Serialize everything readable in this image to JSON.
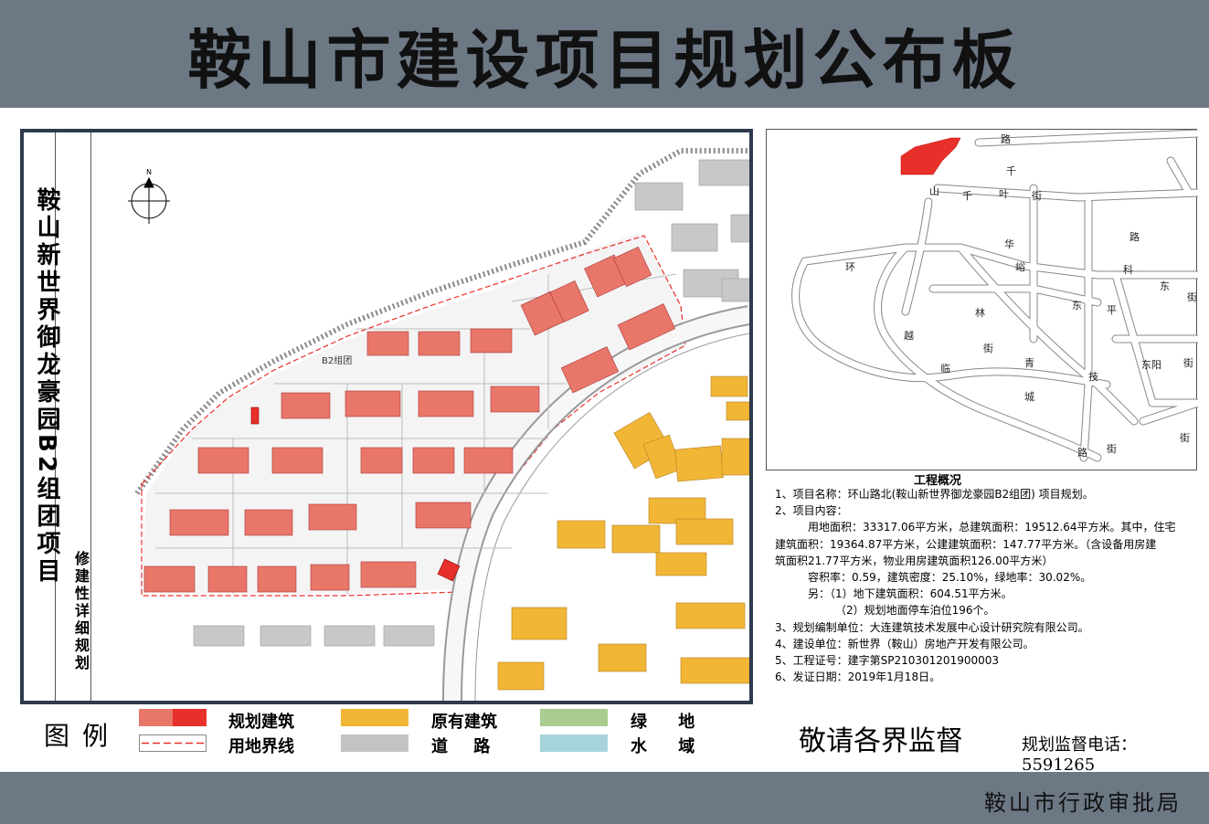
{
  "board": {
    "title": "鞍山市建设项目规划公布板",
    "project_name": "鞍山新世界御龙豪园B2组团项目",
    "plan_type": "修建性详细规划",
    "issuer": "鞍山市行政审批局"
  },
  "site_plan": {
    "group_label": "B2组团",
    "north_label": "N"
  },
  "location_map": {
    "road_labels": [
      {
        "text": "路"
      },
      {
        "text": "千"
      },
      {
        "text": "山"
      },
      {
        "text": "千"
      },
      {
        "text": "叶"
      },
      {
        "text": "街"
      },
      {
        "text": "华"
      },
      {
        "text": "路"
      },
      {
        "text": "科"
      },
      {
        "text": "东"
      },
      {
        "text": "环"
      },
      {
        "text": "峪"
      },
      {
        "text": "东"
      },
      {
        "text": "平"
      },
      {
        "text": "街"
      },
      {
        "text": "林"
      },
      {
        "text": "越"
      },
      {
        "text": "街"
      },
      {
        "text": "青"
      },
      {
        "text": "临"
      },
      {
        "text": "技"
      },
      {
        "text": "东阳"
      },
      {
        "text": "街"
      },
      {
        "text": "城"
      },
      {
        "text": "路"
      },
      {
        "text": "街"
      },
      {
        "text": "街"
      }
    ]
  },
  "overview": {
    "title": "工程概况",
    "lines": [
      "1、项目名称：环山路北(鞍山新世界御龙豪园B2组团) 项目规划。",
      "2、项目内容：",
      "用地面积：33317.06平方米，总建筑面积：19512.64平方米。其中，住宅",
      "建筑面积：19364.87平方米，公建建筑面积：147.77平方米。（含设备用房建",
      "筑面积21.77平方米，物业用房建筑面积126.00平方米）",
      "容积率：0.59，建筑密度：25.10%，绿地率：30.02%。",
      "另：（1）地下建筑面积：604.51平方米。",
      "（2）规划地面停车泊位196个。",
      "3、规划编制单位：大连建筑技术发展中心设计研究院有限公司。",
      "4、建设单位：新世界（鞍山）房地产开发有限公司。",
      "5、工程证号：建字第SP210301201900003",
      "6、发证日期：2019年1月18日。"
    ]
  },
  "legend": {
    "title": "图例",
    "items": [
      {
        "label": "规划建筑",
        "color": "#e8776a",
        "color2": "#e8302a"
      },
      {
        "label": "用地界线",
        "color": "#e8302a"
      },
      {
        "label": "原有建筑",
        "color": "#f2b636"
      },
      {
        "label": "道 路",
        "color": "#c3c3c3"
      },
      {
        "label": "绿 地",
        "color": "#a9cc90"
      },
      {
        "label": "水 域",
        "color": "#a7d4dc"
      }
    ]
  },
  "footer": {
    "supervision": "敬请各界监督",
    "hotline": "规划监督电话：5591265"
  }
}
